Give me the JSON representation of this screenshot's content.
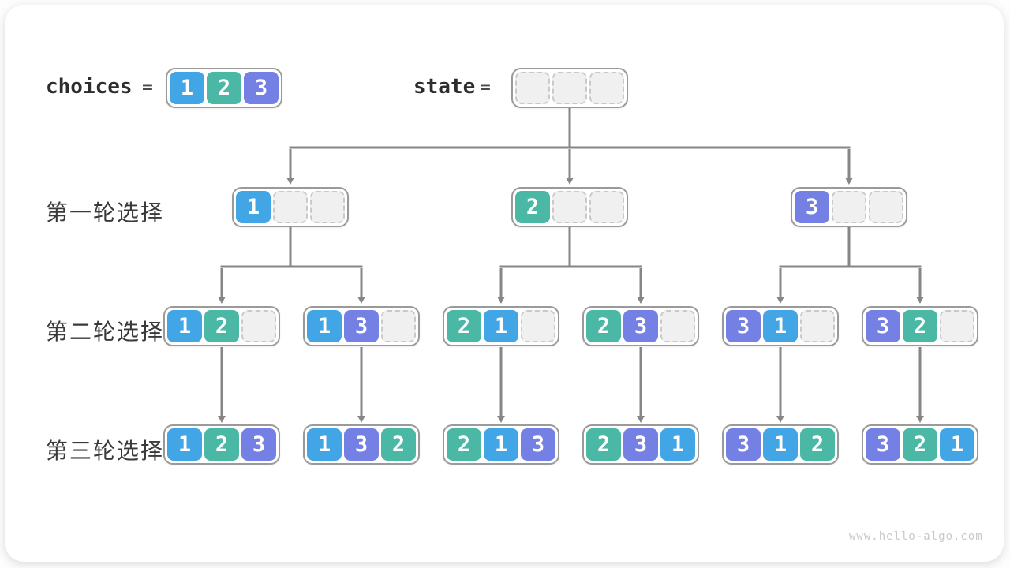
{
  "colors": {
    "1": "#42a5e6",
    "2": "#4bb8a5",
    "3": "#7580e4",
    "empty_fill": "#f0f0f0",
    "empty_border": "#c9c9c9",
    "box_border": "#9a9a9a",
    "arrow": "#868686",
    "label_text": "#3a3a3a",
    "watermark_text": "#c9c9c9"
  },
  "legend": {
    "choices": {
      "label": "choices",
      "equals": "=",
      "cells": [
        1,
        2,
        3
      ]
    },
    "state": {
      "label": "state",
      "equals": "=",
      "cells": [
        null,
        null,
        null
      ]
    }
  },
  "tree": {
    "root_children": [
      0,
      1,
      2
    ],
    "rows": [
      {
        "label": "第一轮选择",
        "nodes": [
          {
            "cells": [
              1,
              null,
              null
            ],
            "children": [
              0,
              1
            ]
          },
          {
            "cells": [
              2,
              null,
              null
            ],
            "children": [
              2,
              3
            ]
          },
          {
            "cells": [
              3,
              null,
              null
            ],
            "children": [
              4,
              5
            ]
          }
        ]
      },
      {
        "label": "第二轮选择",
        "nodes": [
          {
            "cells": [
              1,
              2,
              null
            ],
            "children": [
              0
            ]
          },
          {
            "cells": [
              1,
              3,
              null
            ],
            "children": [
              1
            ]
          },
          {
            "cells": [
              2,
              1,
              null
            ],
            "children": [
              2
            ]
          },
          {
            "cells": [
              2,
              3,
              null
            ],
            "children": [
              3
            ]
          },
          {
            "cells": [
              3,
              1,
              null
            ],
            "children": [
              4
            ]
          },
          {
            "cells": [
              3,
              2,
              null
            ],
            "children": [
              5
            ]
          }
        ]
      },
      {
        "label": "第三轮选择",
        "nodes": [
          {
            "cells": [
              1,
              2,
              3
            ]
          },
          {
            "cells": [
              1,
              3,
              2
            ]
          },
          {
            "cells": [
              2,
              1,
              3
            ]
          },
          {
            "cells": [
              2,
              3,
              1
            ]
          },
          {
            "cells": [
              3,
              1,
              2
            ]
          },
          {
            "cells": [
              3,
              2,
              1
            ]
          }
        ]
      }
    ]
  },
  "watermark": "www.hello-algo.com"
}
